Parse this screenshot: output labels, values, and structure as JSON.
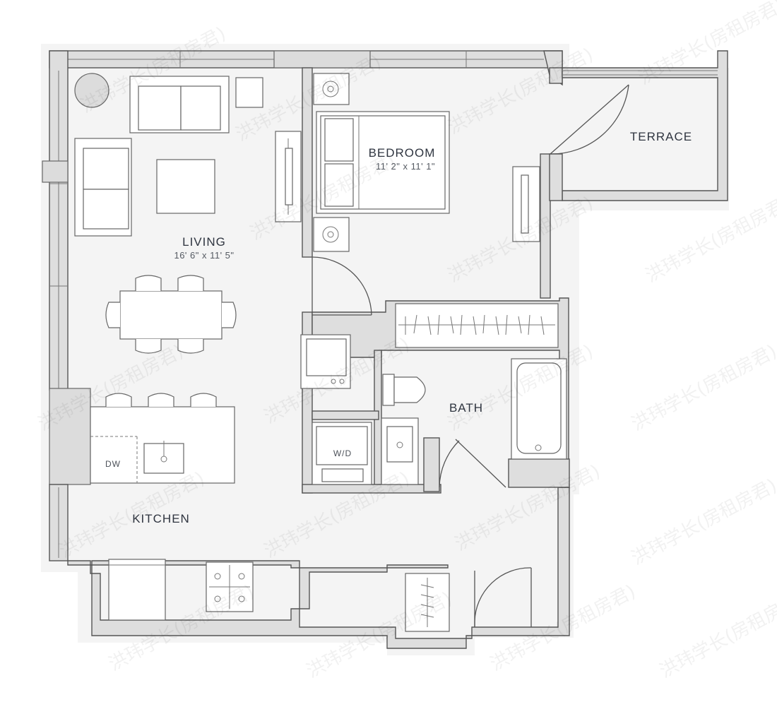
{
  "rooms": {
    "living": {
      "name": "LIVING",
      "dims": "16' 6\" x 11' 5\""
    },
    "bedroom": {
      "name": "BEDROOM",
      "dims": "11' 2\" x 11' 1\""
    },
    "terrace": {
      "name": "TERRACE"
    },
    "bath": {
      "name": "BATH"
    },
    "kitchen": {
      "name": "KITCHEN"
    }
  },
  "fixtures": {
    "dishwasher": "DW",
    "washer_dryer": "W/D"
  },
  "watermark": "洪玮学长(房租房君)",
  "colors": {
    "wall_fill": "#dedede",
    "line": "#555555",
    "text": "#2f3540"
  }
}
